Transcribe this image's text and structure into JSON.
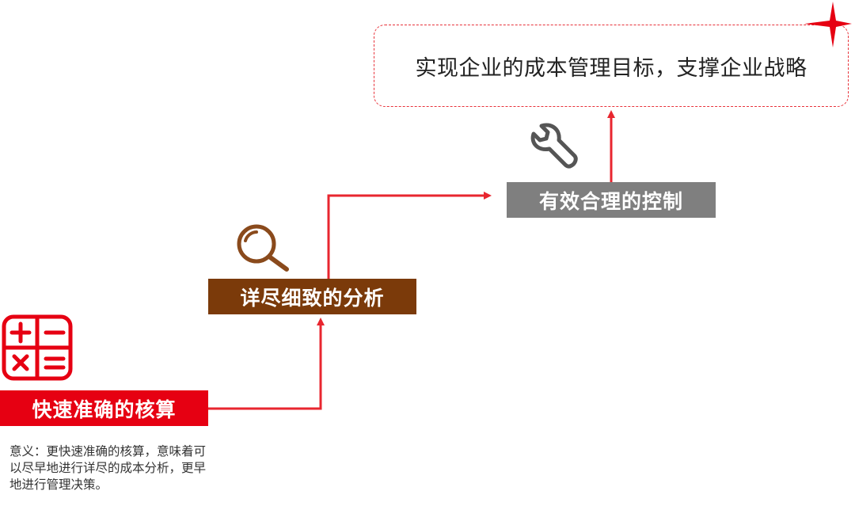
{
  "goal": {
    "text": "实现企业的成本管理目标，支撑企业战略"
  },
  "stages": [
    {
      "label": "快速准确的核算",
      "icon": "calculator-icon",
      "color": "#e60012"
    },
    {
      "label": "详尽细致的分析",
      "icon": "magnifier-icon",
      "color": "#7b3a0a"
    },
    {
      "label": "有效合理的控制",
      "icon": "wrench-icon",
      "color": "#7f7f7f"
    }
  ],
  "note": {
    "text": "意义：更快速准确的核算，意味着可以尽早地进行详尽的成本分析，更早地进行管理决策。"
  },
  "colors": {
    "accent": "#e60012",
    "arrow": "#e8262f",
    "icon_gray": "#555555",
    "icon_brown": "#8a4a1c"
  }
}
